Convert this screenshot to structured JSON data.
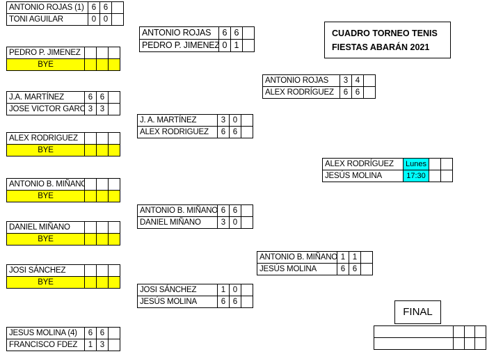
{
  "title": {
    "line1": "CUADRO TORNEO TENIS",
    "line2": "FIESTAS ABARÁN 2021"
  },
  "final_label": "FINAL",
  "round1": [
    {
      "p1": {
        "name": "ANTONIO ROJAS (1)",
        "s1": "6",
        "s2": "6"
      },
      "p2": {
        "name": "TONI AGUILAR",
        "s1": "0",
        "s2": "0"
      }
    },
    {
      "p1": {
        "name": "PEDRO P. JIMENEZ",
        "s1": "",
        "s2": ""
      },
      "p2": {
        "name": "BYE",
        "s1": "",
        "s2": ""
      }
    },
    {
      "p1": {
        "name": "J.A. MARTÍNEZ",
        "s1": "6",
        "s2": "6"
      },
      "p2": {
        "name": "JOSE VICTOR GARCIA",
        "s1": "3",
        "s2": "3"
      }
    },
    {
      "p1": {
        "name": "ALEX RODRIGUEZ",
        "s1": "",
        "s2": ""
      },
      "p2": {
        "name": "BYE",
        "s1": "",
        "s2": ""
      }
    },
    {
      "p1": {
        "name": "ANTONIO B. MIÑANO",
        "s1": "",
        "s2": ""
      },
      "p2": {
        "name": "BYE",
        "s1": "",
        "s2": ""
      }
    },
    {
      "p1": {
        "name": "DANIEL MIÑANO",
        "s1": "",
        "s2": ""
      },
      "p2": {
        "name": "BYE",
        "s1": "",
        "s2": ""
      }
    },
    {
      "p1": {
        "name": "JOSI SÁNCHEZ",
        "s1": "",
        "s2": ""
      },
      "p2": {
        "name": "BYE",
        "s1": "",
        "s2": ""
      }
    },
    {
      "p1": {
        "name": "JESUS MOLINA (4)",
        "s1": "6",
        "s2": "6"
      },
      "p2": {
        "name": "FRANCISCO FDEZ",
        "s1": "1",
        "s2": "3"
      }
    }
  ],
  "round2": [
    {
      "p1": {
        "name": "ANTONIO ROJAS",
        "s1": "6",
        "s2": "6"
      },
      "p2": {
        "name": "PEDRO P. JIMENEZ",
        "s1": "0",
        "s2": "1"
      }
    },
    {
      "p1": {
        "name": "J. A. MARTÍNEZ",
        "s1": "3",
        "s2": "0"
      },
      "p2": {
        "name": "ALEX RODRIGUEZ",
        "s1": "6",
        "s2": "6"
      }
    },
    {
      "p1": {
        "name": "ANTONIO B. MIÑANO",
        "s1": "6",
        "s2": "6"
      },
      "p2": {
        "name": "DANIEL MIÑANO",
        "s1": "3",
        "s2": "0"
      }
    },
    {
      "p1": {
        "name": "JOSI SÁNCHEZ",
        "s1": "1",
        "s2": "0"
      },
      "p2": {
        "name": "JESÚS MOLINA",
        "s1": "6",
        "s2": "6"
      }
    }
  ],
  "semis": [
    {
      "p1": {
        "name": "ANTONIO ROJAS",
        "s1": "3",
        "s2": "4"
      },
      "p2": {
        "name": "ALEX RODRÍGUEZ",
        "s1": "6",
        "s2": "6"
      }
    },
    {
      "p1": {
        "name": "ANTONIO B. MIÑANO",
        "s1": "1",
        "s2": "1"
      },
      "p2": {
        "name": "JESÚS MOLINA",
        "s1": "6",
        "s2": "6"
      }
    }
  ],
  "final_match": {
    "p1": {
      "name": "ALEX RODRÍGUEZ",
      "info": "Lunes"
    },
    "p2": {
      "name": "JESÚS MOLINA",
      "info": "17:30"
    }
  }
}
